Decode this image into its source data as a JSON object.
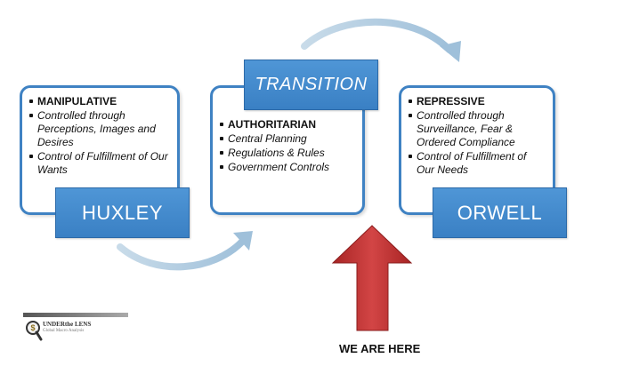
{
  "colors": {
    "box_border": "#3f82c3",
    "label_fill": "#3f82c3",
    "arrow_gray": "#9fc0da",
    "up_arrow_red": "#d03d3d"
  },
  "huxley": {
    "label": "HUXLEY",
    "items": [
      {
        "text": "MANIPULATIVE",
        "bold": true
      },
      {
        "text": "Controlled through Perceptions, Images and Desires"
      },
      {
        "text": "Control of  Fulfillment of Our Wants"
      }
    ]
  },
  "transition": {
    "label": "TRANSITION",
    "items": [
      {
        "text": "AUTHORITARIAN",
        "bold": true
      },
      {
        "text": "Central Planning"
      },
      {
        "text": "Regulations & Rules"
      },
      {
        "text": "Government Controls"
      }
    ]
  },
  "orwell": {
    "label": "ORWELL",
    "items": [
      {
        "text": "REPRESSIVE",
        "bold": true
      },
      {
        "text": "Controlled through Surveillance, Fear & Ordered Compliance"
      },
      {
        "text": "Control of Fulfillment of Our Needs"
      }
    ]
  },
  "marker": {
    "text": "WE ARE HERE",
    "icon": "red-up-arrow-icon"
  },
  "logo": {
    "title": "UNDERthe LENS",
    "subtitle": "Global Macro Analysis",
    "icon": "magnifier-dollar-icon"
  }
}
